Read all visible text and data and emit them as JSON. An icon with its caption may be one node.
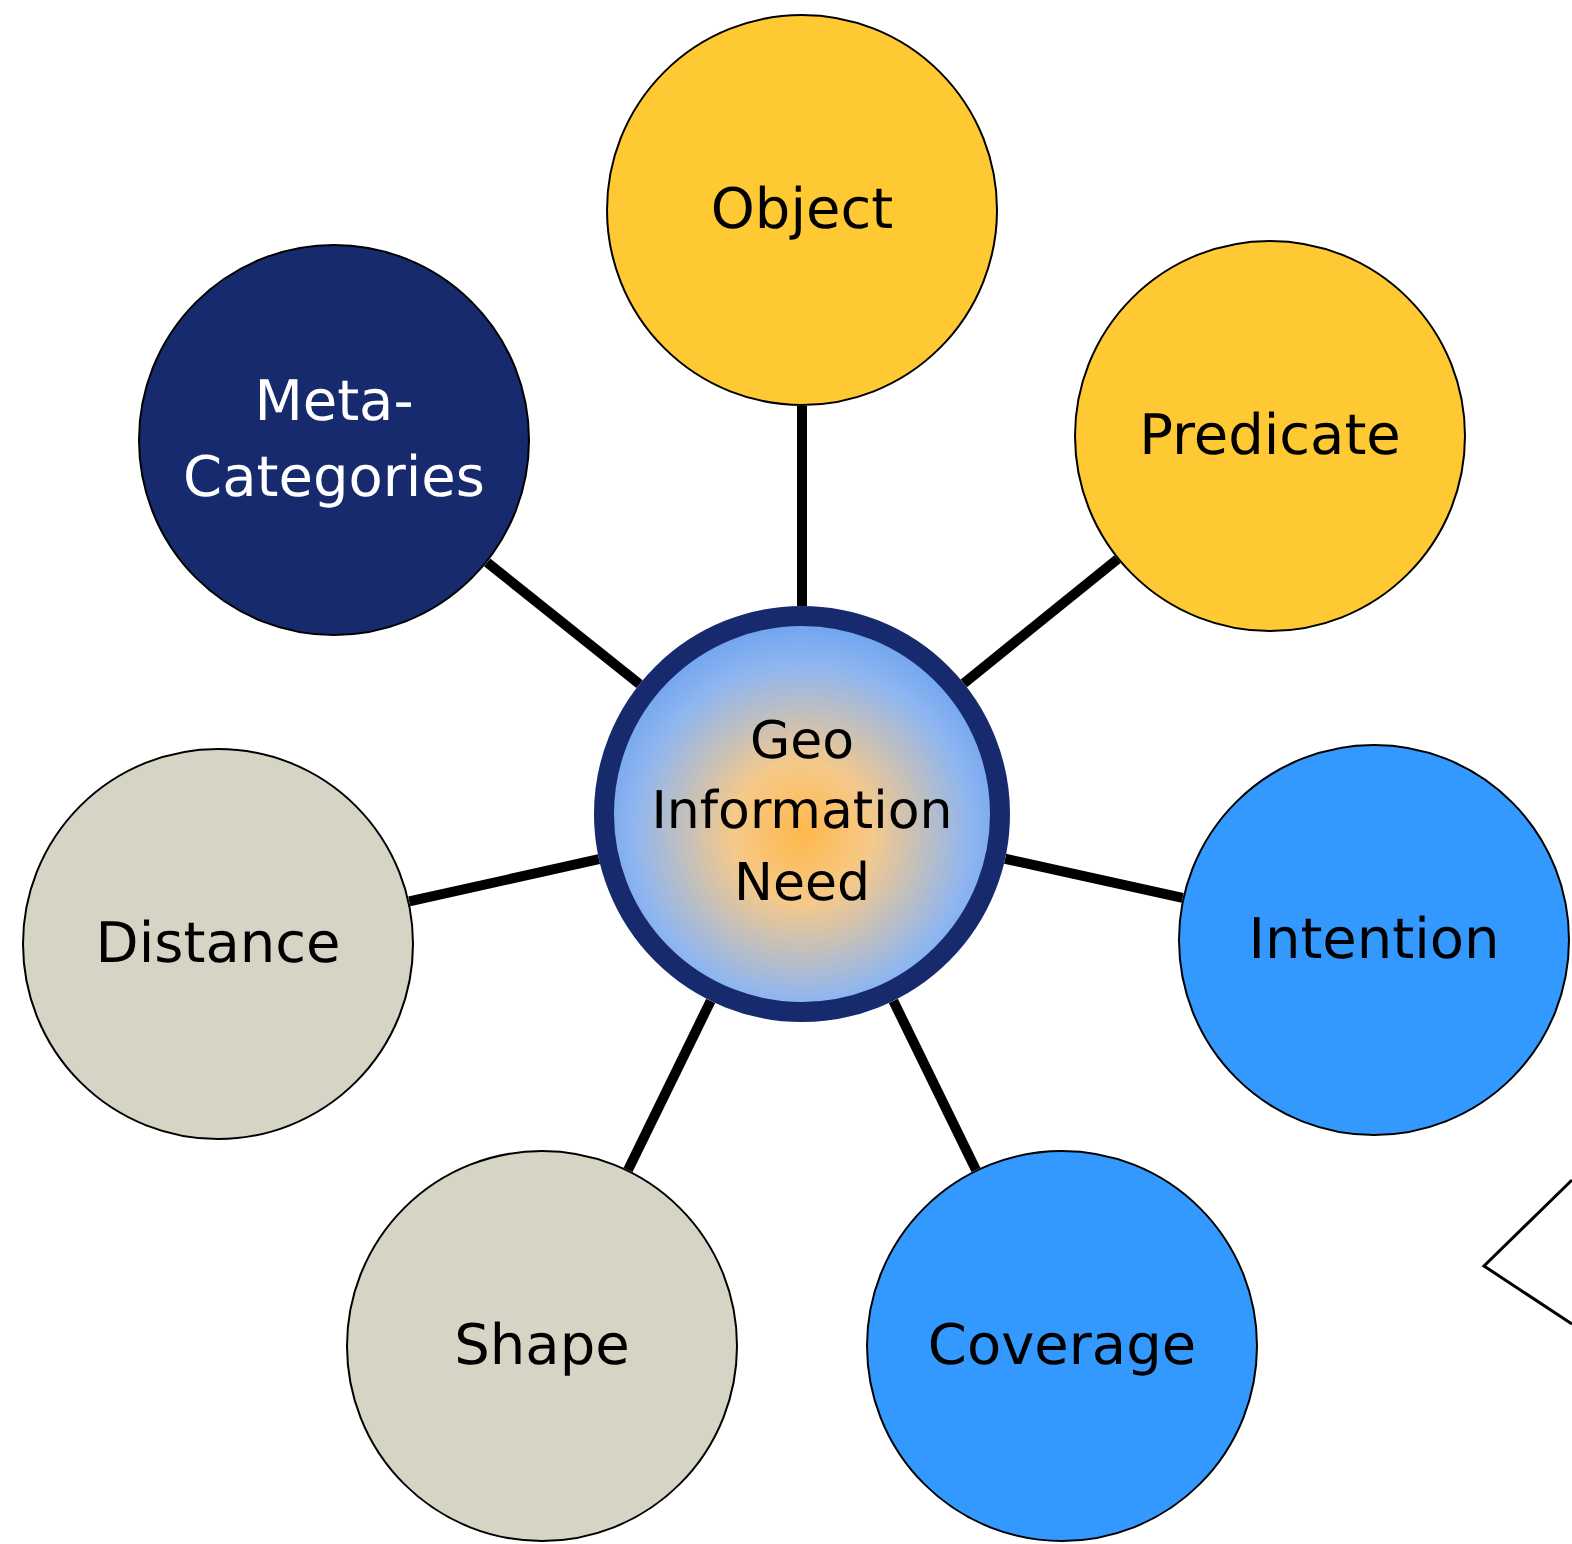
{
  "diagram": {
    "nodes": [
      {
        "text": [
          "Geo Information Need"
        ]
      },
      {
        "text": [
          "Object"
        ]
      },
      {
        "text": [
          "Predicate"
        ]
      },
      {
        "text": [
          "Intention"
        ]
      },
      {
        "text": [
          "Coverage"
        ]
      },
      {
        "text": [
          "Shape"
        ]
      },
      {
        "text": [
          "Distance"
        ]
      },
      {
        "text": [
          "Meta- Categories"
        ]
      }
    ],
    "edges": [
      {
        "from": 0,
        "to": 1,
        "arrow": "none"
      },
      {
        "from": 0,
        "to": 2,
        "arrow": "none"
      },
      {
        "from": 0,
        "to": 3,
        "arrow": "none"
      },
      {
        "from": 0,
        "to": 4,
        "arrow": "none"
      },
      {
        "from": 0,
        "to": 5,
        "arrow": "none"
      },
      {
        "from": 0,
        "to": 6,
        "arrow": "none"
      },
      {
        "from": 0,
        "to": 7,
        "arrow": "none"
      }
    ]
  }
}
